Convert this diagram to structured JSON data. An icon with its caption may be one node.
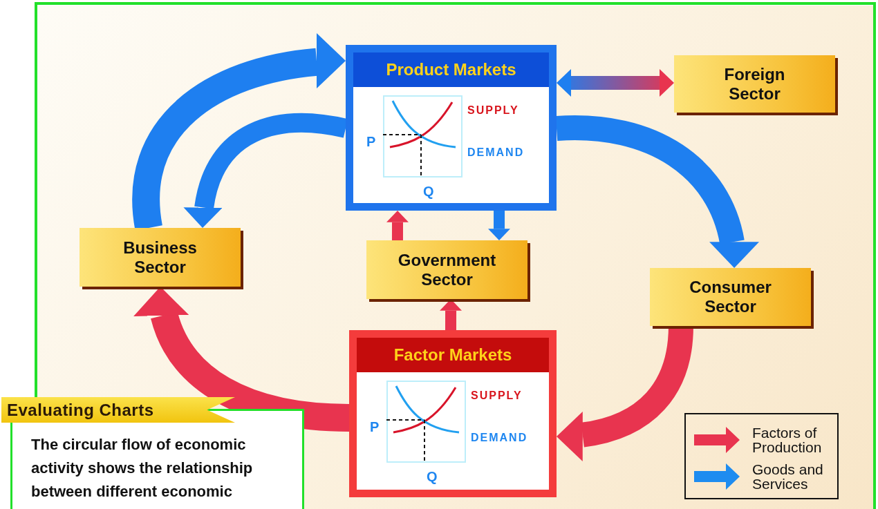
{
  "diagram": {
    "nodes": [
      {
        "text": [
          "Product Markets",
          "SUPPLY",
          "DEMAND",
          "P",
          "Q"
        ]
      },
      {
        "text": [
          "Foreign Sector"
        ]
      },
      {
        "text": [
          "Business Sector"
        ]
      },
      {
        "text": [
          "Government Sector"
        ]
      },
      {
        "text": [
          "Consumer Sector"
        ]
      },
      {
        "text": [
          "Factor Markets",
          "SUPPLY",
          "DEMAND",
          "P",
          "Q"
        ]
      }
    ],
    "edges": [
      {
        "from": 2,
        "to": 0,
        "arrow": "to",
        "color": "#1e7ff0"
      },
      {
        "from": 0,
        "to": 2,
        "arrow": "to",
        "color": "#1e7ff0"
      },
      {
        "from": 0,
        "to": 1,
        "arrow": "both"
      },
      {
        "from": 0,
        "to": 4,
        "arrow": "to",
        "color": "#1e7ff0"
      },
      {
        "from": 3,
        "to": 0,
        "arrow": "to",
        "color": "#e8344f"
      },
      {
        "from": 0,
        "to": 3,
        "arrow": "to",
        "color": "#1e7ff0"
      },
      {
        "from": 5,
        "to": 3,
        "arrow": "to",
        "color": "#e8344f"
      },
      {
        "from": 4,
        "to": 5,
        "arrow": "to",
        "color": "#e8344f"
      },
      {
        "from": 5,
        "to": 2,
        "arrow": "to",
        "color": "#e8344f"
      }
    ],
    "labels": [
      "Evaluating Charts",
      "The circular flow of economic activity shows the relationship between different economic"
    ],
    "legend": [
      {
        "text": "Factors of Production",
        "color": "#e8344f"
      },
      {
        "text": "Goods and Services",
        "color": "#1e8cf0"
      }
    ]
  }
}
